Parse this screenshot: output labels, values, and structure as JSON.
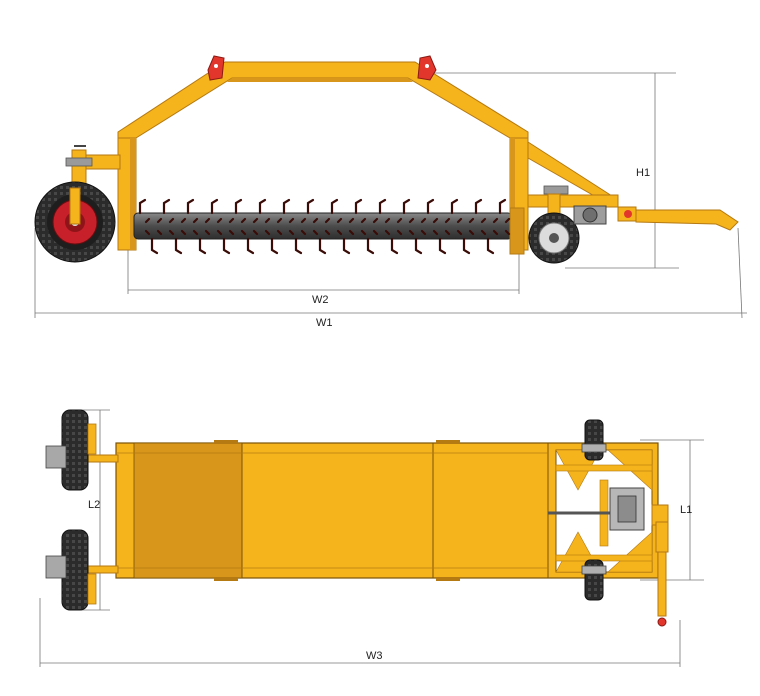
{
  "dimensions": {
    "h1": "H1",
    "w1": "W1",
    "w2": "W2",
    "w3": "W3",
    "l1": "L1",
    "l2": "L2"
  },
  "colors": {
    "frame": "#f5b31c",
    "frame_shade": "#d8961a",
    "frame_dark": "#b57a12",
    "tire": "#2b2b2b",
    "hub_red": "#c8202a",
    "rotor": "#5e5e5e",
    "tine": "#6a1c14",
    "dim_line": "#777777"
  }
}
